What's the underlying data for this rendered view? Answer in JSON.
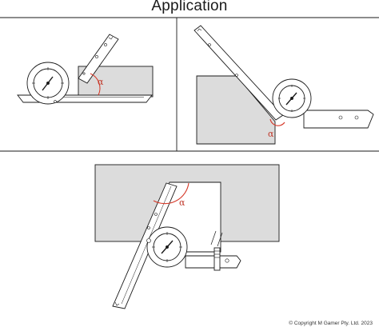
{
  "header": {
    "title": "Application"
  },
  "panels": [
    {
      "angle_label": "α"
    },
    {
      "angle_label": "α"
    },
    {
      "angle_label": "α"
    }
  ],
  "footer": {
    "copyright": "© Copyright M Gamer Pty. Ltd. 2023"
  },
  "colors": {
    "workpiece": "#dcdcdc",
    "angle_mark": "#d63a2a",
    "stroke": "#1a1a1a"
  }
}
